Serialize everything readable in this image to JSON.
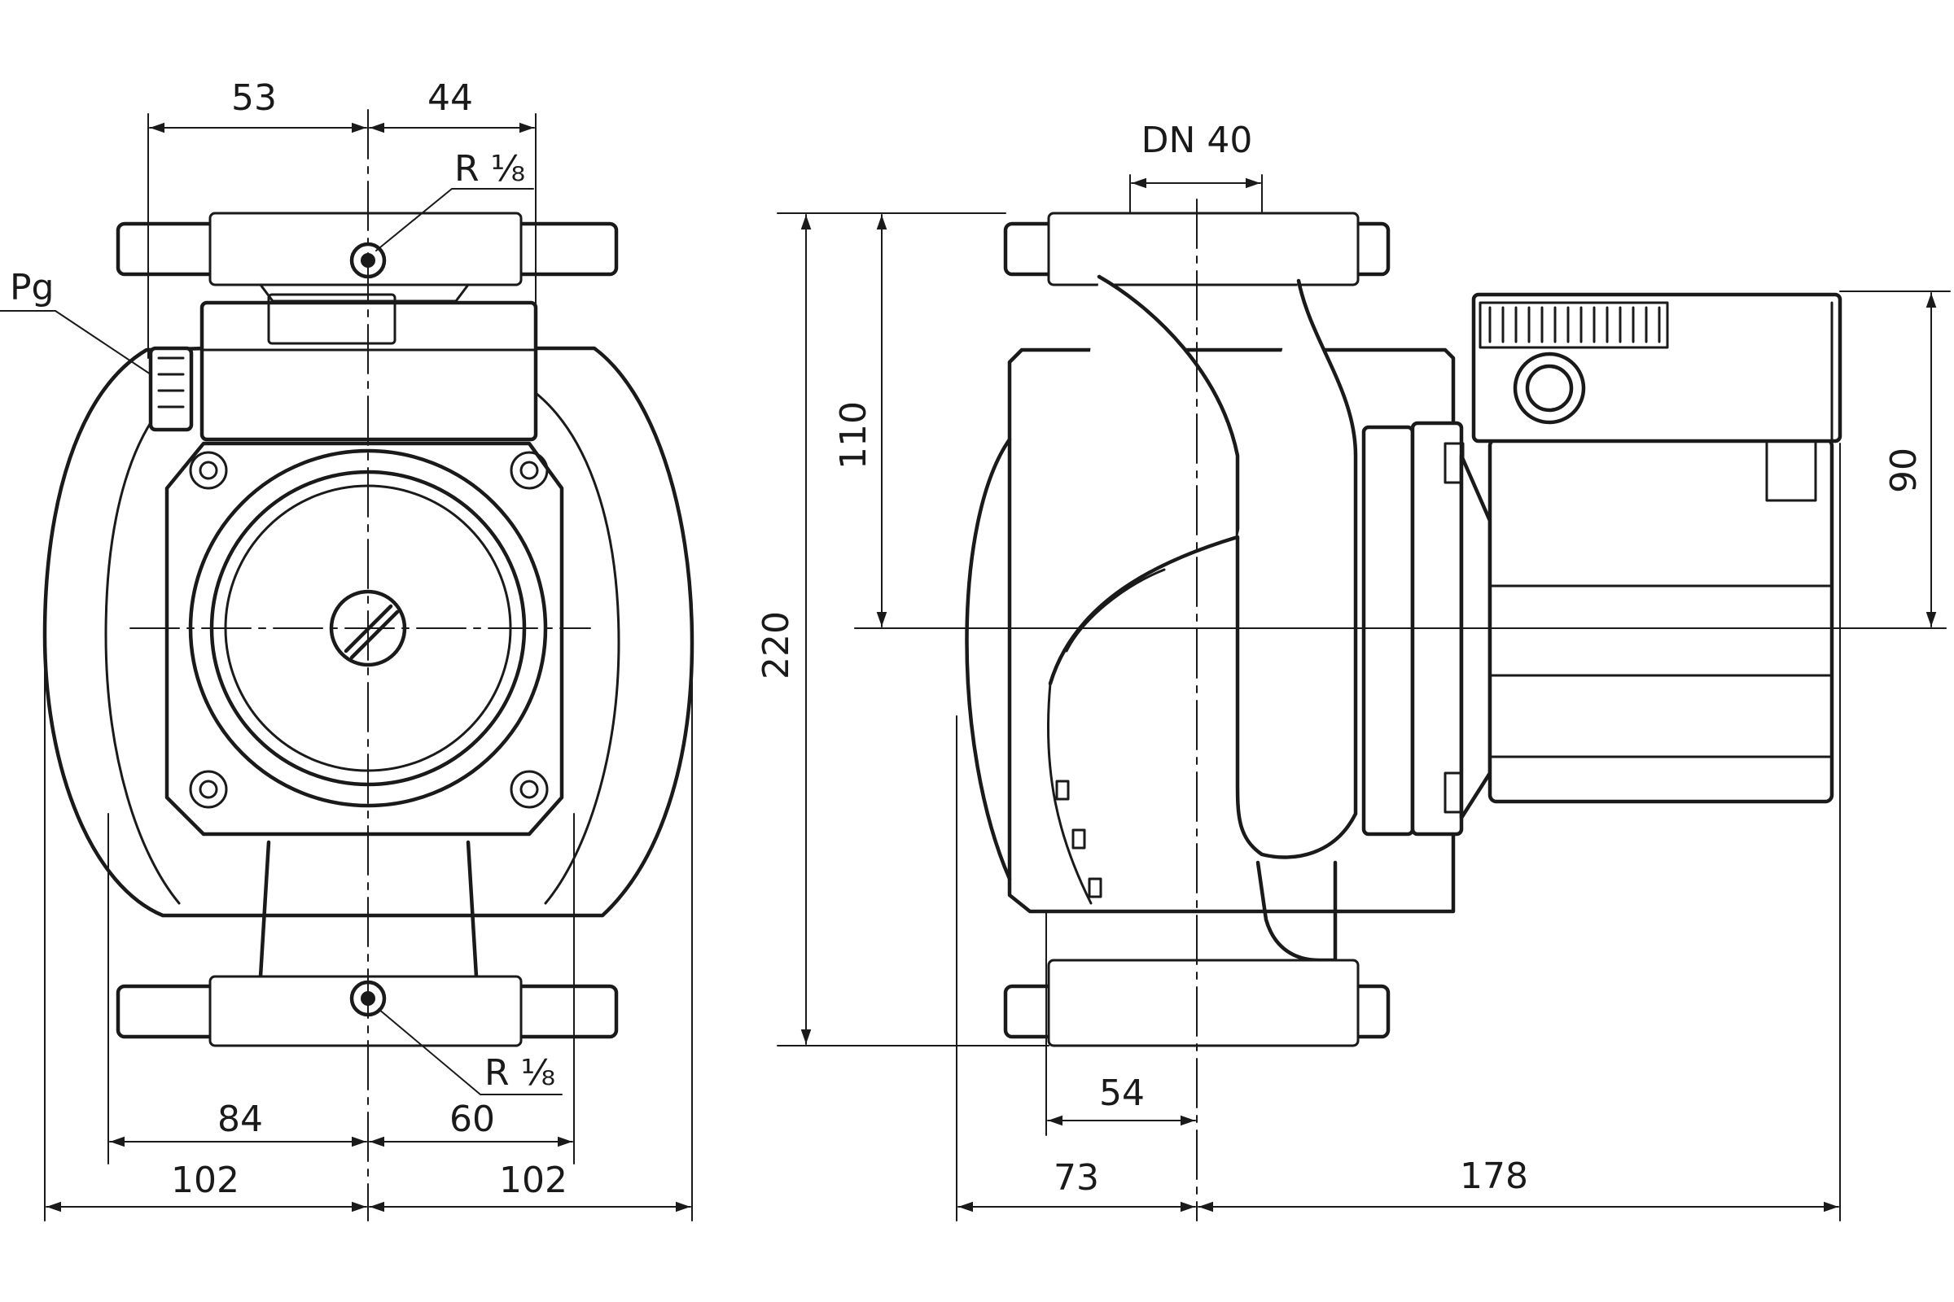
{
  "front_view": {
    "dims": {
      "top_left": "53",
      "top_right": "44",
      "mid_left": "84",
      "mid_right": "60",
      "bottom_left": "102",
      "bottom_right": "102"
    },
    "labels": {
      "pg": "Pg",
      "r_top": "R ⅛",
      "r_bottom": "R ⅛"
    }
  },
  "side_view": {
    "dims": {
      "dn": "DN 40",
      "h110": "110",
      "h220": "220",
      "h90": "90",
      "w54": "54",
      "w73": "73",
      "w178": "178"
    }
  }
}
